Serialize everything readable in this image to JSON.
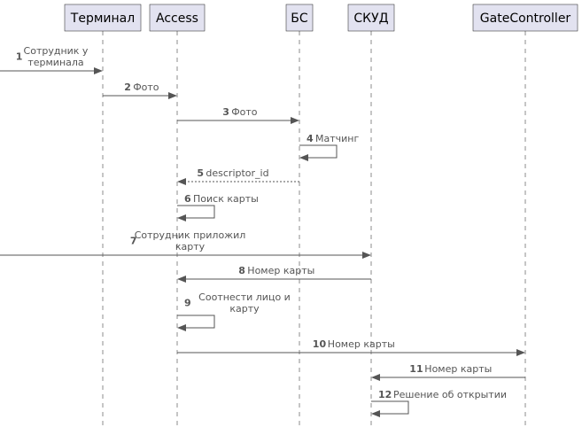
{
  "participants": [
    {
      "id": "terminal",
      "label": "Терминал"
    },
    {
      "id": "access",
      "label": "Access"
    },
    {
      "id": "bs",
      "label": "БС"
    },
    {
      "id": "skud",
      "label": "СКУД"
    },
    {
      "id": "gate",
      "label": "GateController"
    }
  ],
  "messages": [
    {
      "num": "1",
      "from": "left-edge",
      "to": "terminal",
      "lines": [
        "Сотрудник у",
        "терминала"
      ],
      "style": "solid"
    },
    {
      "num": "2",
      "from": "terminal",
      "to": "access",
      "lines": [
        "Фото"
      ],
      "style": "solid"
    },
    {
      "num": "3",
      "from": "access",
      "to": "bs",
      "lines": [
        "Фото"
      ],
      "style": "solid"
    },
    {
      "num": "4",
      "from": "bs",
      "to": "bs",
      "lines": [
        "Матчинг"
      ],
      "style": "solid"
    },
    {
      "num": "5",
      "from": "bs",
      "to": "access",
      "lines": [
        "descriptor_id"
      ],
      "style": "dashed"
    },
    {
      "num": "6",
      "from": "access",
      "to": "access",
      "lines": [
        "Поиск карты"
      ],
      "style": "solid"
    },
    {
      "num": "7",
      "from": "left-edge",
      "to": "skud",
      "lines": [
        "Сотрудник приложил",
        "карту"
      ],
      "style": "solid"
    },
    {
      "num": "8",
      "from": "skud",
      "to": "access",
      "lines": [
        "Номер карты"
      ],
      "style": "solid"
    },
    {
      "num": "9",
      "from": "access",
      "to": "access",
      "lines": [
        "Соотнести лицо и",
        "карту"
      ],
      "style": "solid"
    },
    {
      "num": "10",
      "from": "access",
      "to": "gate",
      "lines": [
        "Номер карты"
      ],
      "style": "solid"
    },
    {
      "num": "11",
      "from": "gate",
      "to": "skud",
      "lines": [
        "Номер карты"
      ],
      "style": "solid"
    },
    {
      "num": "12",
      "from": "skud",
      "to": "skud",
      "lines": [
        "Решение об открытии"
      ],
      "style": "solid"
    }
  ]
}
